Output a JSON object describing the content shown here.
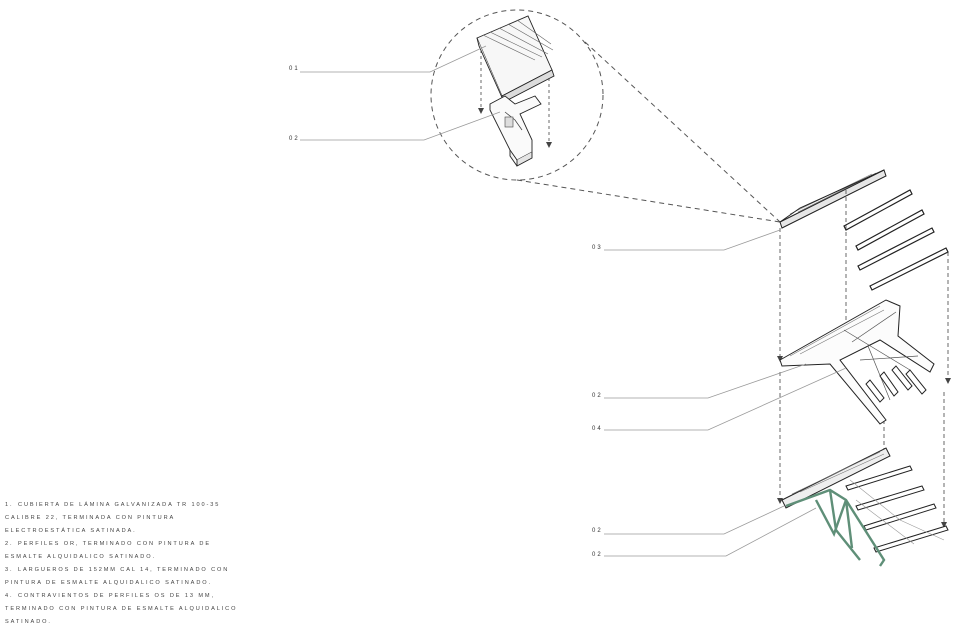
{
  "callouts": {
    "c1": "01",
    "c2": "02",
    "c3": "03",
    "c4": "02",
    "c5": "04",
    "c6": "02",
    "c7": "02"
  },
  "notes": [
    {
      "num": "1.",
      "text": "Cubierta de  lámina galvanizada TR 100-35 calibre 22, terminada con pintura electroestática satinada."
    },
    {
      "num": "2.",
      "text": "Perfiles OR, terminado con pintura de esmalte alquidalico satinado."
    },
    {
      "num": "3.",
      "text": "Largueros de 152mm cal 14, terminado con pintura de esmalte alquidalico satinado."
    },
    {
      "num": "4.",
      "text": "Contravientos de perfiles OS de 13 mm, terminado con pintura de esmalte alquidalico satinado."
    }
  ],
  "colors": {
    "line": "#222222",
    "leader": "#9a9a9a",
    "brace": "#5f8f78"
  }
}
